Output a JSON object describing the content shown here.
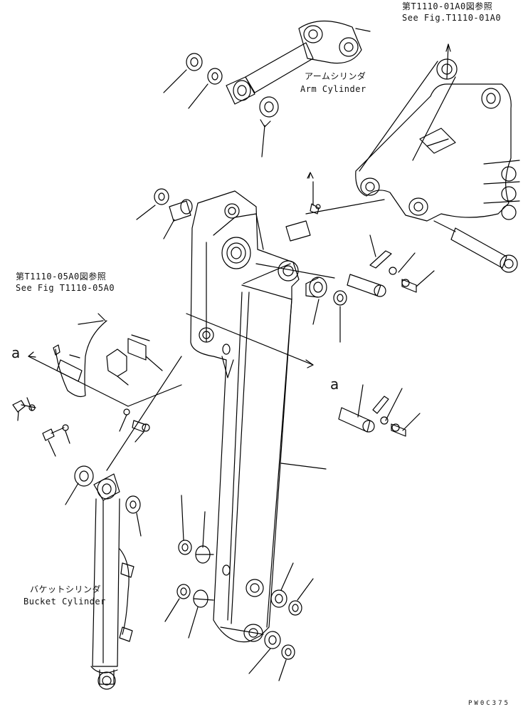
{
  "labels": {
    "ref_top_jp": "第T1110-01A0図参照",
    "ref_top_en": "See Fig.T1110-01A0",
    "arm_cyl_jp": "アームシリンダ",
    "arm_cyl_en": "Arm Cylinder",
    "ref_left_jp": "第T1110-05A0図参照",
    "ref_left_en": "See Fig T1110-05A0",
    "bucket_cyl_jp": "バケットシリンダ",
    "bucket_cyl_en": "Bucket Cylinder",
    "section_a_left": "a",
    "section_a_right": "a",
    "drawing_code": "PW0C375"
  }
}
